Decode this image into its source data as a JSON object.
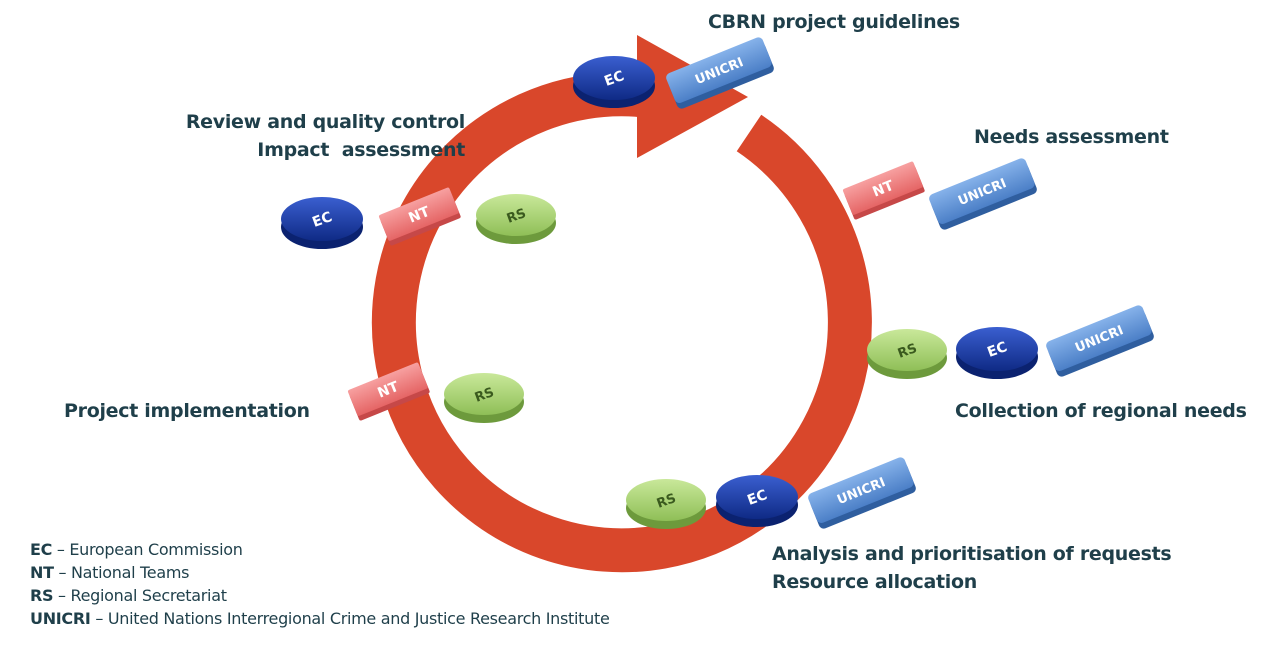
{
  "stages": {
    "cbrn": {
      "lines": [
        "CBRN project guidelines"
      ],
      "actors": [
        "EC",
        "UNICRI"
      ]
    },
    "needs": {
      "lines": [
        "Needs assessment"
      ],
      "actors": [
        "NT",
        "UNICRI"
      ]
    },
    "collection": {
      "lines": [
        "Collection of regional needs"
      ],
      "actors": [
        "RS",
        "EC",
        "UNICRI"
      ]
    },
    "analysis": {
      "lines": [
        "Analysis and prioritisation of requests",
        "Resource allocation"
      ],
      "actors": [
        "RS",
        "EC",
        "UNICRI"
      ]
    },
    "implementation": {
      "lines": [
        "Project implementation"
      ],
      "actors": [
        "NT",
        "RS"
      ]
    },
    "review": {
      "lines": [
        "Review and quality control",
        "Impact  assessment"
      ],
      "actors": [
        "EC",
        "NT",
        "RS"
      ]
    }
  },
  "legend": [
    {
      "abbr": "EC",
      "desc": " – European Commission"
    },
    {
      "abbr": "NT",
      "desc": " – National Teams"
    },
    {
      "abbr": "RS",
      "desc": " – Regional Secretariat"
    },
    {
      "abbr": "UNICRI",
      "desc": " – United Nations Interregional Crime and Justice Research Institute"
    }
  ],
  "colors": {
    "arrow": "#d9472b",
    "text": "#1f3f4a",
    "EC": "#1a3aa8",
    "NT": "#f08080",
    "RS": "#a8d470",
    "UNICRI": "#5b8fd6"
  }
}
